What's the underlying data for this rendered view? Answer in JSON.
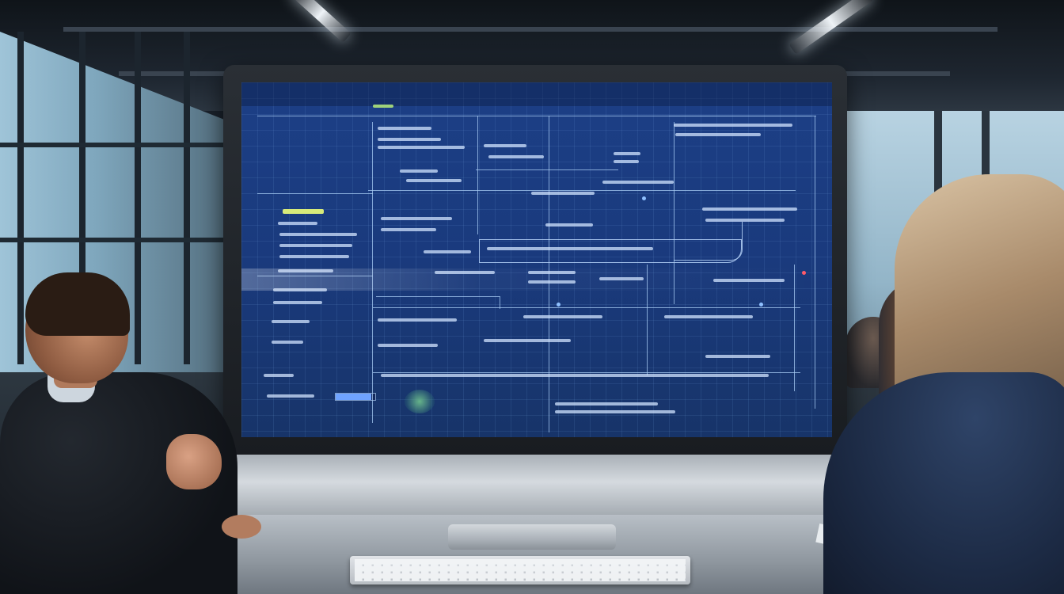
{
  "scene": {
    "description_tags": [
      "office",
      "monitor",
      "people",
      "keyboard"
    ],
    "screen": {
      "sidebar_highlight_label": "",
      "progress_fraction": 0.9
    },
    "colors": {
      "screen_blue": "#1c3f86",
      "screen_line": "#aacdf5",
      "highlight_green": "#d7ea7a",
      "accent_red": "#ff5b6a"
    }
  }
}
